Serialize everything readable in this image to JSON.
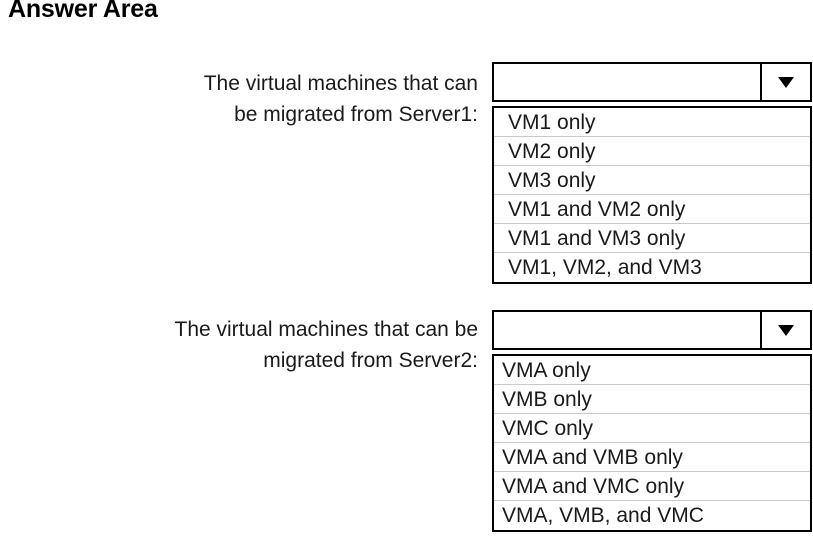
{
  "page": {
    "title": "Answer Area",
    "background_color": "#ffffff",
    "text_color": "#1a1a1a",
    "border_color": "#000000",
    "separator_color": "#c9c9c9"
  },
  "questions": [
    {
      "id": "server1",
      "label_line1": "The virtual machines that can",
      "label_line2": "be migrated from Server1:",
      "dropdown": {
        "selected_value": "",
        "placeholder": "",
        "arrow_icon": "chevron-down-icon",
        "expanded": true
      },
      "options": [
        "VM1 only",
        "VM2 only",
        "VM3 only",
        "VM1 and VM2 only",
        "VM1 and VM3 only",
        "VM1, VM2, and VM3"
      ]
    },
    {
      "id": "server2",
      "label_line1": "The virtual machines that can be",
      "label_line2": "migrated from Server2:",
      "dropdown": {
        "selected_value": "",
        "placeholder": "",
        "arrow_icon": "chevron-down-icon",
        "expanded": true
      },
      "options": [
        "VMA only",
        "VMB only",
        "VMC only",
        "VMA and VMB only",
        "VMA and VMC only",
        "VMA, VMB, and VMC"
      ]
    }
  ]
}
